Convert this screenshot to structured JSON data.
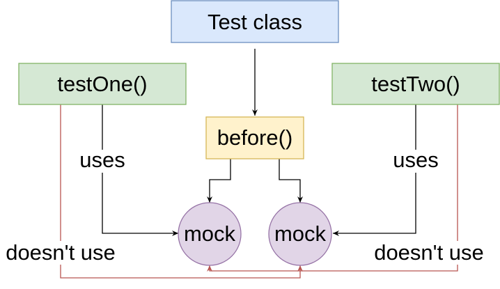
{
  "nodes": {
    "test_class": {
      "label": "Test class",
      "fill": "#dae8fc",
      "stroke": "#6c8ebf"
    },
    "test_one": {
      "label": "testOne()",
      "fill": "#d5e8d4",
      "stroke": "#82b366"
    },
    "test_two": {
      "label": "testTwo()",
      "fill": "#d5e8d4",
      "stroke": "#82b366"
    },
    "before": {
      "label": "before()",
      "fill": "#fff2cc",
      "stroke": "#d6b656"
    },
    "mock_left": {
      "label": "mock",
      "fill": "#e1d5e7",
      "stroke": "#9673a6"
    },
    "mock_right": {
      "label": "mock",
      "fill": "#e1d5e7",
      "stroke": "#9673a6"
    }
  },
  "edge_labels": {
    "uses_left": "uses",
    "uses_right": "uses",
    "doesnt_use_left": "doesn't use",
    "doesnt_use_right": "doesn't use"
  },
  "colors": {
    "uses_edge": "#000000",
    "doesnt_use_edge": "#b85450"
  }
}
